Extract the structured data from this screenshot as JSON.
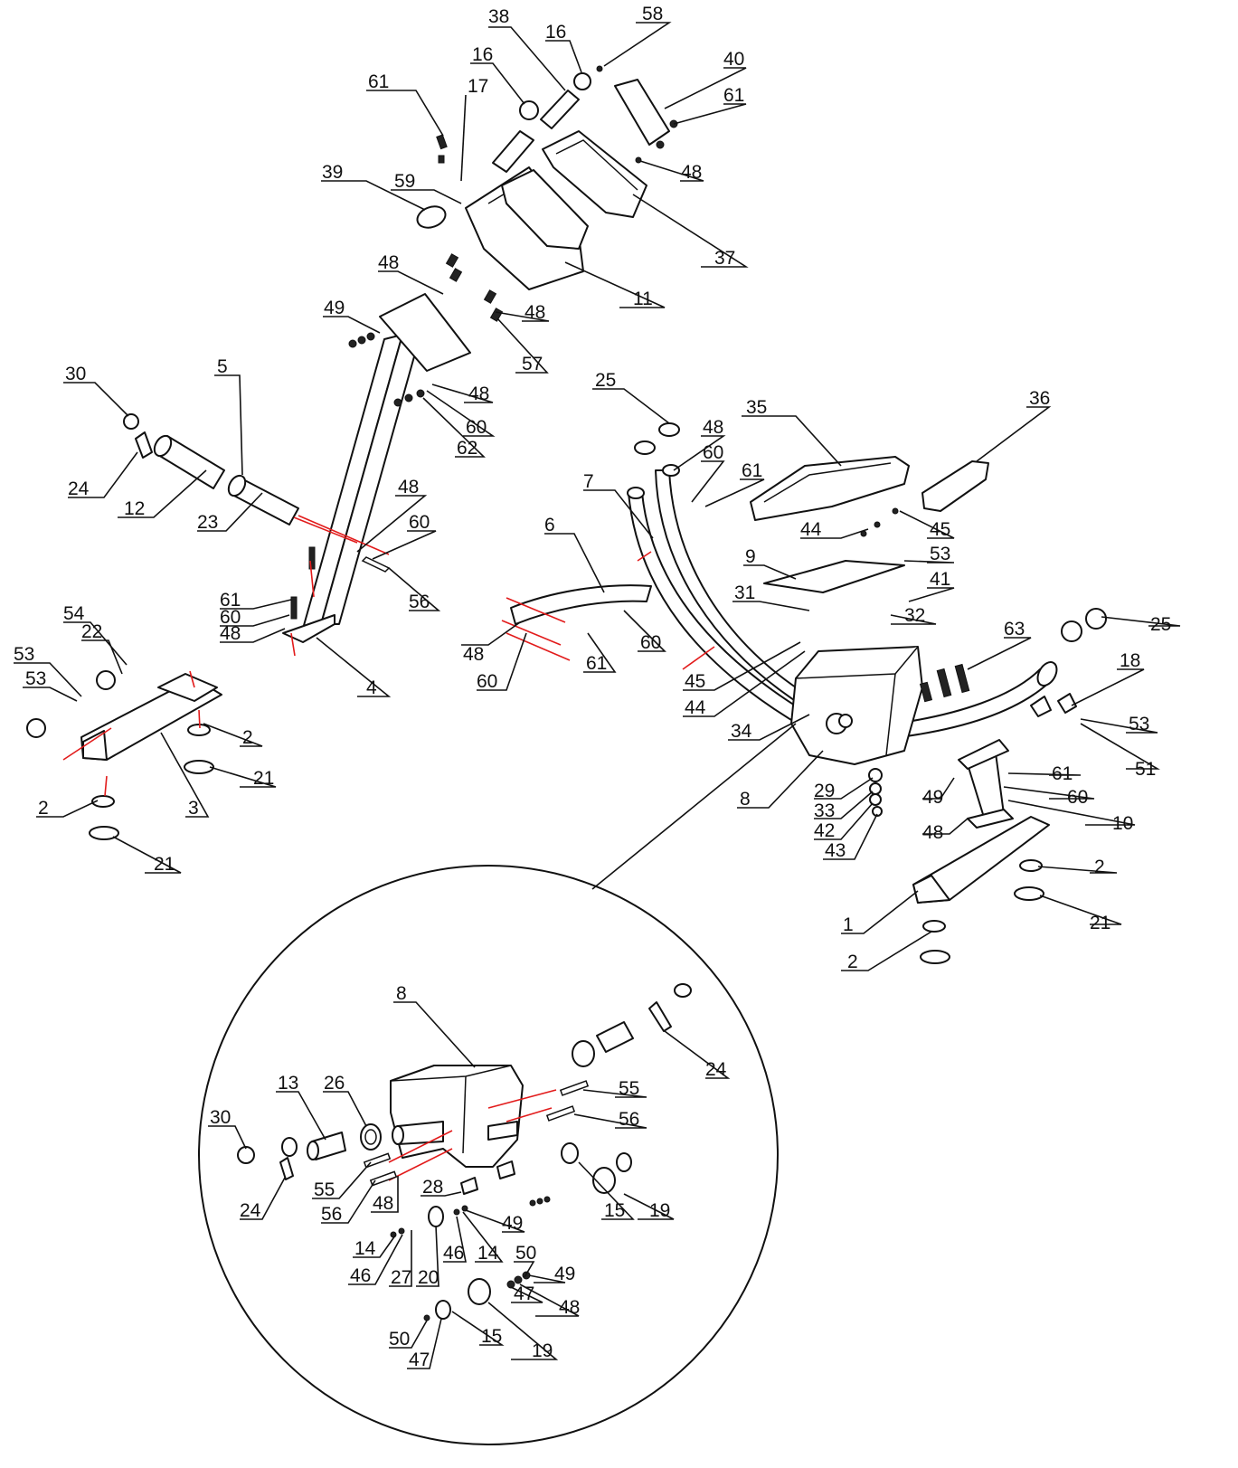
{
  "colors": {
    "line": "#111111",
    "axis": "#e21b1b",
    "background": "#ffffff"
  },
  "callouts": {
    "p1": "1",
    "p2": "2",
    "p3": "3",
    "p4": "4",
    "p5": "5",
    "p6": "6",
    "p7": "7",
    "p8": "8",
    "p9": "9",
    "p10": "10",
    "p11": "11",
    "p12": "12",
    "p13": "13",
    "p14": "14",
    "p15": "15",
    "p16": "16",
    "p17": "17",
    "p18": "18",
    "p19": "19",
    "p20": "20",
    "p21": "21",
    "p22": "22",
    "p23": "23",
    "p24": "24",
    "p25": "25",
    "p26": "26",
    "p27": "27",
    "p28": "28",
    "p29": "29",
    "p30": "30",
    "p31": "31",
    "p32": "32",
    "p33": "33",
    "p34": "34",
    "p35": "35",
    "p36": "36",
    "p37": "37",
    "p38": "38",
    "p39": "39",
    "p40": "40",
    "p41": "41",
    "p42": "42",
    "p43": "43",
    "p44": "44",
    "p45": "45",
    "p46": "46",
    "p47": "47",
    "p48": "48",
    "p49": "49",
    "p50": "50",
    "p51": "51",
    "p53": "53",
    "p54": "54",
    "p55": "55",
    "p56": "56",
    "p57": "57",
    "p58": "58",
    "p59": "59",
    "p60": "60",
    "p61": "61",
    "p62": "62",
    "p63": "63"
  }
}
